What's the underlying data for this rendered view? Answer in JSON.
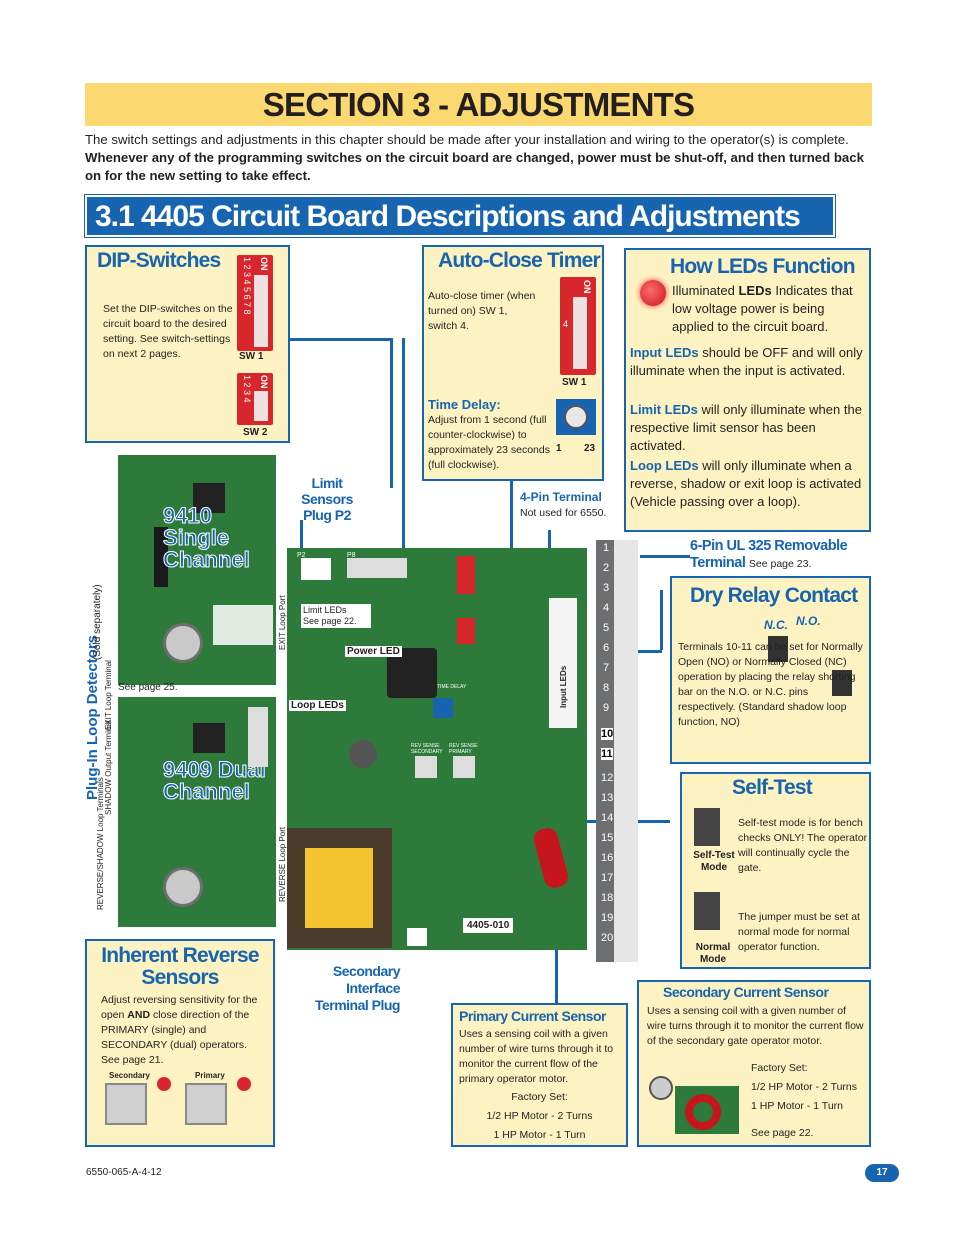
{
  "section": {
    "title": "SECTION 3 - ADJUSTMENTS"
  },
  "intro": {
    "text": "The switch settings and adjustments in this chapter should be made after your installation and wiring to the operator(s) is complete.",
    "bold": "Whenever any of the programming switches on the circuit board are changed, power must be shut-off, and then turned back on for the new setting to take effect."
  },
  "subsection": {
    "title": "3.1 4405 Circuit Board Descriptions and Adjustments"
  },
  "dip": {
    "title": "DIP-Switches",
    "text": "Set the DIP-switches on the circuit board to the desired setting. See switch-settings on next 2 pages.",
    "sw1_label": "SW 1",
    "sw2_label": "SW 2",
    "on": "ON",
    "sw1_numbers": "1 2 3 4 5 6 7 8",
    "sw2_numbers": "1 2 3 4"
  },
  "autoclose": {
    "title": "Auto-Close Timer",
    "text": "Auto-close timer (when turned on) SW 1, switch 4.",
    "sw_label": "SW 1",
    "on": "ON",
    "switch_num": "4",
    "time_delay_title": "Time Delay:",
    "time_delay_text": "Adjust from 1 second (full counter-clockwise) to approximately 23 seconds (full clockwise).",
    "dial_min": "1",
    "dial_max": "23"
  },
  "leds": {
    "title": "How LEDs Function",
    "illum_pre": "Illuminated ",
    "illum_bold": "LEDs",
    "illum_post": " Indicates that low voltage power is being applied to the circuit board.",
    "input_label": "Input LEDs",
    "input_text": " should be OFF and will only illuminate when the input is activated.",
    "limit_label": "Limit LEDs",
    "limit_text": " will only illuminate when the respective limit sensor has been activated.",
    "loop_label": "Loop LEDs",
    "loop_text": " will only illuminate when a reverse, shadow or exit loop is activated (Vehicle passing over a loop)."
  },
  "callouts": {
    "limit_sensors": "Limit Sensors Plug P2",
    "four_pin": "4-Pin Terminal",
    "four_pin_note": "Not used for 6550.",
    "six_pin": "6-Pin UL 325 Removable Terminal",
    "six_pin_note": "See page 23.",
    "secondary_interface": "Secondary Interface Terminal Plug",
    "limit_leds": "Limit LEDs",
    "limit_leds_see": "See page 22.",
    "power_led": "Power LED",
    "loop_leds": "Loop LEDs",
    "input_leds": "Input LEDs",
    "board_id": "4405-010",
    "time_delay_board": "TIME DELAY",
    "rev_sense_secondary": "REV SENSE SECONDARY",
    "rev_sense_primary": "REV SENSE PRIMARY",
    "p2": "P2",
    "p8": "P8"
  },
  "loop_detectors": {
    "side_title": "Plug-In Loop Detectors",
    "side_note": "(Sold separately)",
    "single": "9410 Single Channel",
    "dual": "9409 Dual Channel",
    "exit_term": "EXIT Loop Terminal",
    "exit_port": "EXIT Loop Port",
    "shadow_term": "SHADOW Output Terminal",
    "reverse_term": "REVERSE/SHADOW Loop Terminals",
    "reverse_port": "REVERSE Loop Port",
    "see_page": "See page 25."
  },
  "terminals": [
    "1",
    "2",
    "3",
    "4",
    "5",
    "6",
    "7",
    "8",
    "9",
    "10",
    "11",
    "12",
    "13",
    "14",
    "15",
    "16",
    "17",
    "18",
    "19",
    "20"
  ],
  "dry_relay": {
    "title": "Dry Relay Contact",
    "nc": "N.C.",
    "no": "N.O.",
    "text": "Terminals 10-11 can be set for Normally Open (NO) or Normally Closed (NC) operation by placing the relay shorting bar on the N.O. or N.C. pins respectively. (Standard shadow loop function, NO)"
  },
  "self_test": {
    "title": "Self-Test",
    "mode_label": "Self-Test Mode",
    "mode_text": "Self-test mode is for bench checks ONLY! The operator will continually cycle the gate.",
    "normal_label": "Normal Mode",
    "normal_text": "The jumper must be set at normal mode for normal operator function."
  },
  "inherent": {
    "title": "Inherent Reverse Sensors",
    "text_pre": "Adjust reversing sensitivity for the open ",
    "text_bold": "AND",
    "text_post": " close direction of the PRIMARY (single) and SECONDARY (dual) operators. See page 21.",
    "secondary": "Secondary",
    "primary": "Primary"
  },
  "primary_sensor": {
    "title": "Primary Current Sensor",
    "text": "Uses a sensing coil with a given number of wire turns through it to monitor the current flow of the primary operator motor.",
    "factory": "Factory Set:",
    "line1": "1/2 HP Motor - 2 Turns",
    "line2": "1 HP Motor - 1 Turn"
  },
  "secondary_sensor": {
    "title": "Secondary Current Sensor",
    "text": "Uses a sensing coil with a given number of wire turns through it to monitor the current flow of the secondary gate operator motor.",
    "factory": "Factory Set:",
    "line1": "1/2 HP Motor - 2 Turns",
    "line2": "1 HP Motor - 1 Turn",
    "see": "See page 22."
  },
  "footer": {
    "code": "6550-065-A-4-12",
    "page": "17"
  },
  "colors": {
    "accent_blue": "#1764b0",
    "panel_yellow": "#fdf3c2",
    "banner_yellow": "#fcd870",
    "board_green": "#2e7a3a",
    "led_red": "#d8262d"
  }
}
